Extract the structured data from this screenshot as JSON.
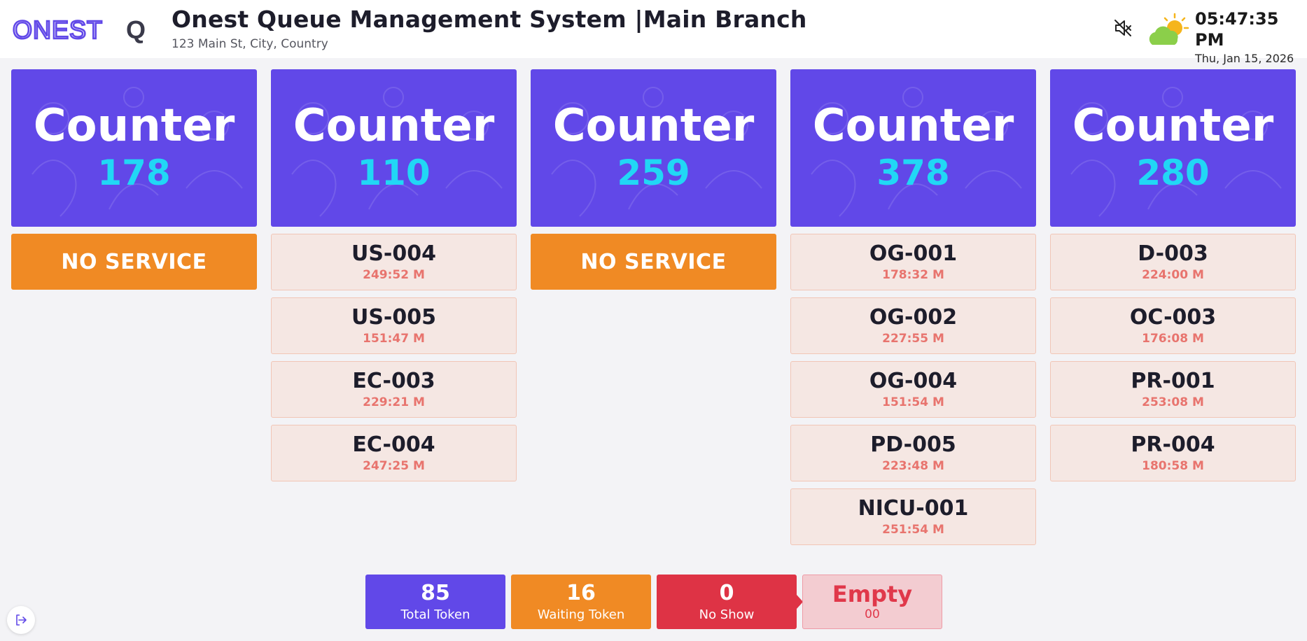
{
  "header": {
    "logo_text": "ONESTQ",
    "title": "Onest Queue Management System |Main Branch",
    "address": "123 Main St, City, Country",
    "time": "05:47:35 PM",
    "date": "Thu, Jan 15, 2026",
    "icons": {
      "sound": "speaker-muted-icon",
      "weather": "partly-sunny-icon"
    }
  },
  "counter_label": "Counter",
  "counters": [
    {
      "number": "178",
      "status": "NO SERVICE",
      "tokens": []
    },
    {
      "number": "110",
      "status": "",
      "tokens": [
        {
          "code": "US-004",
          "time": "249:52 M"
        },
        {
          "code": "US-005",
          "time": "151:47 M"
        },
        {
          "code": "EC-003",
          "time": "229:21 M"
        },
        {
          "code": "EC-004",
          "time": "247:25 M"
        }
      ]
    },
    {
      "number": "259",
      "status": "NO SERVICE",
      "tokens": []
    },
    {
      "number": "378",
      "status": "",
      "tokens": [
        {
          "code": "OG-001",
          "time": "178:32 M"
        },
        {
          "code": "OG-002",
          "time": "227:55 M"
        },
        {
          "code": "OG-004",
          "time": "151:54 M"
        },
        {
          "code": "PD-005",
          "time": "223:48 M"
        },
        {
          "code": "NICU-001",
          "time": "251:54 M"
        }
      ]
    },
    {
      "number": "280",
      "status": "",
      "tokens": [
        {
          "code": "D-003",
          "time": "224:00 M"
        },
        {
          "code": "OC-003",
          "time": "176:08 M"
        },
        {
          "code": "PR-001",
          "time": "253:08 M"
        },
        {
          "code": "PR-004",
          "time": "180:58 M"
        }
      ]
    }
  ],
  "stats": {
    "total": {
      "value": "85",
      "label": "Total Token"
    },
    "waiting": {
      "value": "16",
      "label": "Waiting Token"
    },
    "no_show": {
      "value": "0",
      "label": "No Show"
    },
    "empty": {
      "value": "Empty",
      "label": "00"
    }
  },
  "colors": {
    "counter_bg": "#6148e8",
    "counter_number": "#21d7f5",
    "no_service": "#f08a24",
    "token_bg": "#f5e7e3",
    "token_time": "#e8746e",
    "no_show": "#de3345"
  }
}
